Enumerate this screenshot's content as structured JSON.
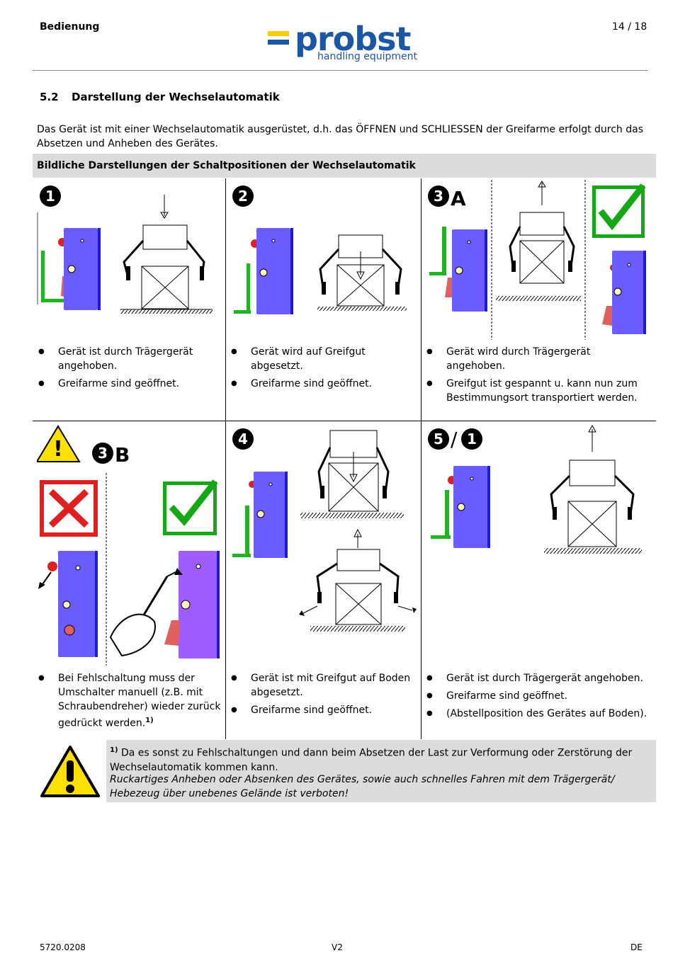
{
  "header": {
    "section": "Bedienung",
    "page": "14 / 18"
  },
  "logo": {
    "brand": "probst",
    "tagline": "handling equipment",
    "bar_colors": [
      "#f5d000",
      "#1c57a5"
    ]
  },
  "section": {
    "number": "5.2",
    "title": "Darstellung der Wechselautomatik"
  },
  "intro": "Das Gerät ist mit einer Wechselautomatik ausgerüstet, d.h. das ÖFFNEN und SCHLIESSEN der Greifarme erfolgt durch das Absetzen und Anheben des Gerätes.",
  "table": {
    "heading": "Bildliche Darstellungen der Schaltpositionen der Wechselautomatik",
    "cells": [
      {
        "badge": "1",
        "suffix": "",
        "bullets": [
          "Gerät ist durch Trägergerät angehoben.",
          "Greifarme sind geöffnet."
        ]
      },
      {
        "badge": "2",
        "suffix": "",
        "bullets": [
          "Gerät wird auf Greifgut abgesetzt.",
          "Greifarme sind geöffnet."
        ]
      },
      {
        "badge": "3",
        "suffix": "A",
        "bullets": [
          "Gerät wird durch Trägergerät angehoben.",
          "Greifgut ist gespannt u. kann nun zum Bestimmungsort transportiert werden."
        ]
      },
      {
        "badge": "3",
        "suffix": "B",
        "bullets": [
          "Bei Fehlschaltung muss der Umschalter manuell (z.B. mit Schraubendreher) wieder zurück gedrückt werden."
        ],
        "footnote_mark": "1)"
      },
      {
        "badge": "4",
        "suffix": "",
        "bullets": [
          "Gerät ist mit Greifgut auf Boden abgesetzt.",
          "Greifarme sind geöffnet."
        ]
      },
      {
        "badge": "5",
        "badge2": "1",
        "slash": "/",
        "suffix": "",
        "bullets": [
          "Gerät ist durch Trägergerät angehoben.",
          "Greifarme sind geöffnet.",
          "(Abstellposition des Gerätes auf Boden)."
        ]
      }
    ]
  },
  "note": {
    "mark": "1)",
    "text": "Da es sonst zu Fehlschaltungen und dann beim Absetzen der Last zur Verformung oder Zerstörung der Wechselautomatik kommen kann.",
    "italic": "Ruckartiges Anheben oder Absenken des Gerätes, sowie auch schnelles Fahren mit dem Trägergerät/ Hebezeug über unebenes Gelände ist verboten!"
  },
  "footer": {
    "doc": "5720.0208",
    "version": "V2",
    "lang": "DE"
  },
  "colors": {
    "device_blue": "#6a5cff",
    "device_edge": "#1b1bd8",
    "switch_green": "#21b521",
    "check_green": "#14a814",
    "cross_red": "#e02020",
    "warning_yellow": "#ffe000"
  }
}
